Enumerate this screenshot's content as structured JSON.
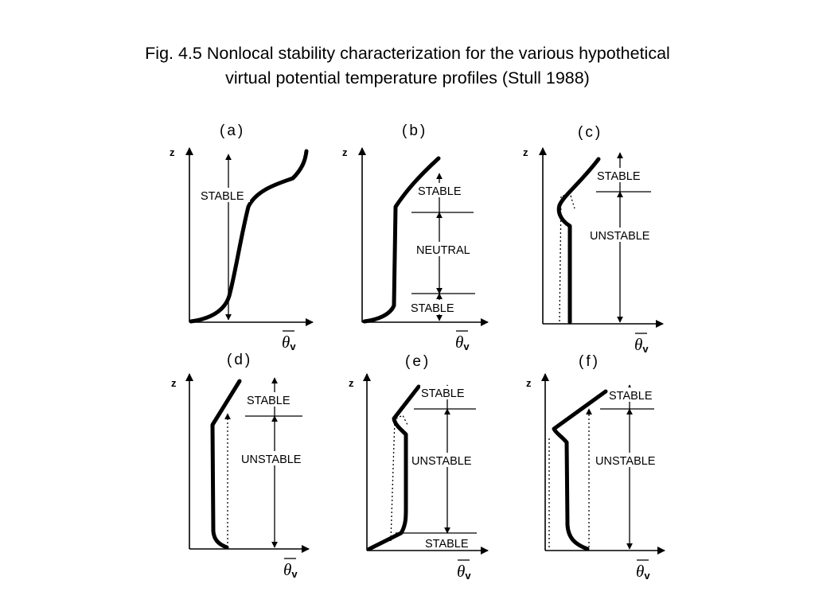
{
  "caption": {
    "line1": "Fig. 4.5  Nonlocal stability characterization for the various hypothetical",
    "line2": "virtual potential temperature profiles (Stull 1988)"
  },
  "axes": {
    "y_label": "z",
    "x_label": "θ",
    "x_label_sub": "v"
  },
  "panels": [
    {
      "label": "(a)",
      "regions": [
        "STABLE"
      ]
    },
    {
      "label": "(b)",
      "regions": [
        "STABLE",
        "NEUTRAL",
        "STABLE"
      ]
    },
    {
      "label": "(c)",
      "regions": [
        "STABLE",
        "UNSTABLE"
      ]
    },
    {
      "label": "(d)",
      "regions": [
        "STABLE",
        "UNSTABLE"
      ]
    },
    {
      "label": "(e)",
      "regions": [
        "STABLE",
        "UNSTABLE",
        "STABLE"
      ]
    },
    {
      "label": "(f)",
      "regions": [
        "STABLE",
        "UNSTABLE"
      ]
    }
  ]
}
